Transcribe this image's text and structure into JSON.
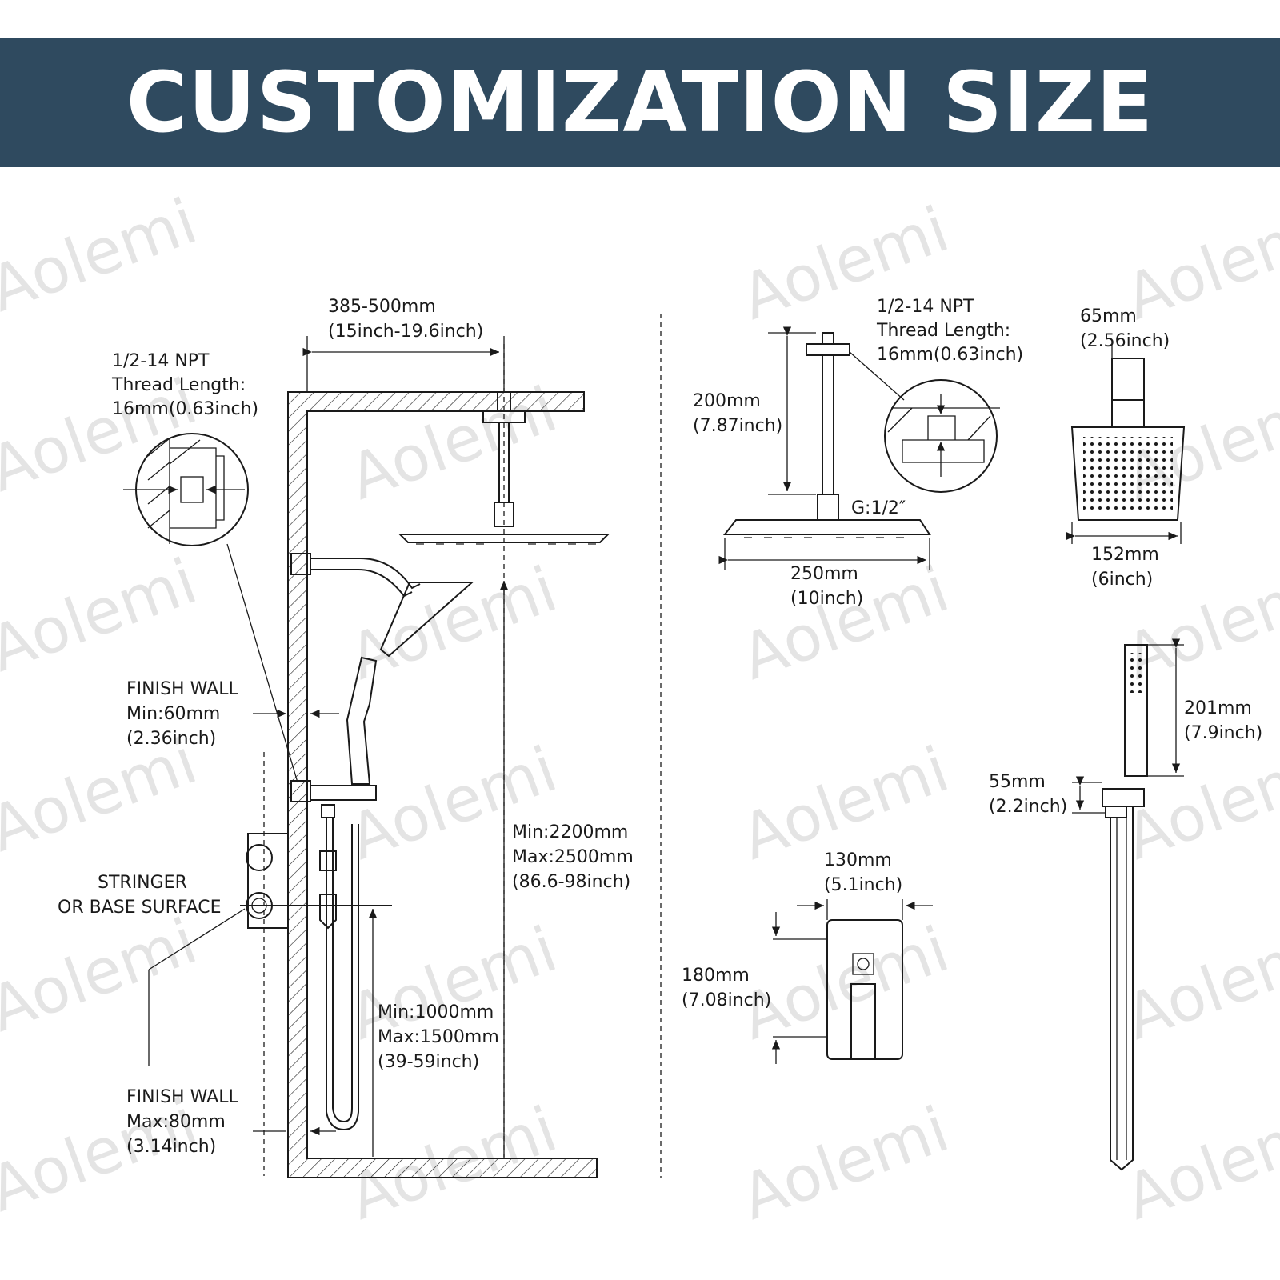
{
  "header": {
    "title": "CUSTOMIZATION SIZE",
    "background_color": "#2f4a5f",
    "text_color": "#ffffff"
  },
  "watermark": "Aolemi",
  "left": {
    "arm_span": [
      "385-500mm",
      "(15inch-19.6inch)"
    ],
    "thread_note": [
      "1/2-14 NPT",
      "Thread Length:",
      "16mm(0.63inch)"
    ],
    "finish_wall_min": [
      "FINISH WALL",
      "Min:60mm",
      "(2.36inch)"
    ],
    "stringer": [
      "STRINGER",
      "OR BASE SURFACE"
    ],
    "overall_height": [
      "Min:2200mm",
      "Max:2500mm",
      "(86.6-98inch)"
    ],
    "valve_height": [
      "Min:1000mm",
      "Max:1500mm",
      "(39-59inch)"
    ],
    "finish_wall_max": [
      "FINISH WALL",
      "Max:80mm",
      "(3.14inch)"
    ]
  },
  "rain_head": {
    "thread_note": [
      "1/2-14 NPT",
      "Thread Length:",
      "16mm(0.63inch)"
    ],
    "arm_length": [
      "200mm",
      "(7.87inch)"
    ],
    "connector": "G:1/2″",
    "width": [
      "250mm",
      "(10inch)"
    ]
  },
  "head_side": {
    "depth": [
      "65mm",
      "(2.56inch)"
    ],
    "width": [
      "152mm",
      "(6inch)"
    ]
  },
  "valve_plate": {
    "width": [
      "130mm",
      "(5.1inch)"
    ],
    "height": [
      "180mm",
      "(7.08inch)"
    ]
  },
  "hand_shower": {
    "length": [
      "201mm",
      "(7.9inch)"
    ],
    "holder": [
      "55mm",
      "(2.2inch)"
    ]
  }
}
